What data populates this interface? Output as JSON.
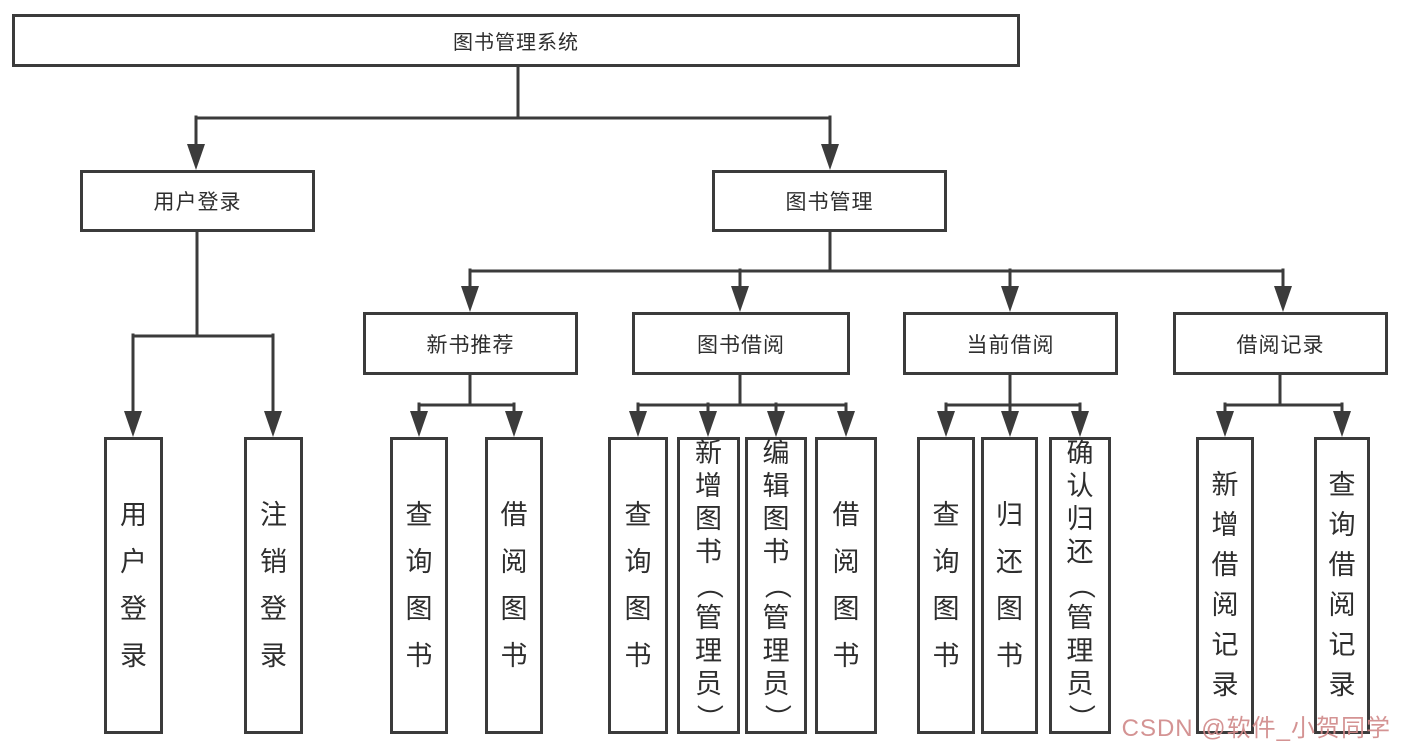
{
  "tree": {
    "label": "图书管理系统",
    "children": [
      {
        "label": "用户登录",
        "children": [
          {
            "label": "用户登录"
          },
          {
            "label": "注销登录"
          }
        ]
      },
      {
        "label": "图书管理",
        "children": [
          {
            "label": "新书推荐",
            "children": [
              {
                "label": "查询图书"
              },
              {
                "label": "借阅图书"
              }
            ]
          },
          {
            "label": "图书借阅",
            "children": [
              {
                "label": "查询图书"
              },
              {
                "label": "新增图书（管理员）"
              },
              {
                "label": "编辑图书（管理员）"
              },
              {
                "label": "借阅图书"
              }
            ]
          },
          {
            "label": "当前借阅",
            "children": [
              {
                "label": "查询图书"
              },
              {
                "label": "归还图书"
              },
              {
                "label": "确认归还（管理员）"
              }
            ]
          },
          {
            "label": "借阅记录",
            "children": [
              {
                "label": "新增借阅记录"
              },
              {
                "label": "查询借阅记录"
              }
            ]
          }
        ]
      }
    ]
  },
  "watermark": {
    "text": "CSDN @软件_小贺同学",
    "color": "#d18a8a"
  },
  "colors": {
    "line": "#3b3b3b",
    "box_border": "#3b3b3b",
    "text": "#2e2e2e",
    "background": "#ffffff"
  }
}
